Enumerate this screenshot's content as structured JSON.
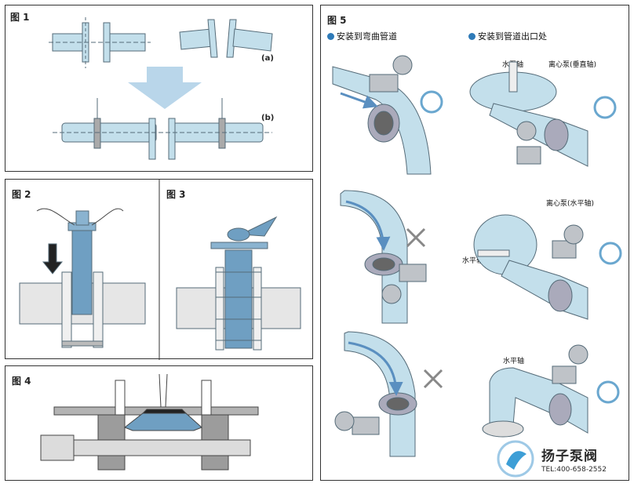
{
  "fig1": {
    "label": "图 1",
    "a": "(a)",
    "b": "(b)"
  },
  "fig2": {
    "label": "图 2"
  },
  "fig3": {
    "label": "图 3"
  },
  "fig4": {
    "label": "图 4"
  },
  "fig5": {
    "label": "图 5",
    "col1": "安装到弯曲管道",
    "col2": "安装到管道出口处",
    "pump_vertical_shaft": "水泵轴",
    "centrifugal_vertical": "离心泵(垂直轴)",
    "centrifugal_horizontal": "离心泵(水平轴)",
    "horizontal_shaft_1": "水平轴",
    "horizontal_shaft_2": "水平轴"
  },
  "watermark": {
    "brand": "扬子泵阀",
    "tel": "TEL:400-658-2552"
  },
  "colors": {
    "pipe": "#c3dfeb",
    "pipe_stroke": "#556b78",
    "accent": "#2e7ab8",
    "ok_circle": "#6aa7cf",
    "cross": "#888888"
  }
}
